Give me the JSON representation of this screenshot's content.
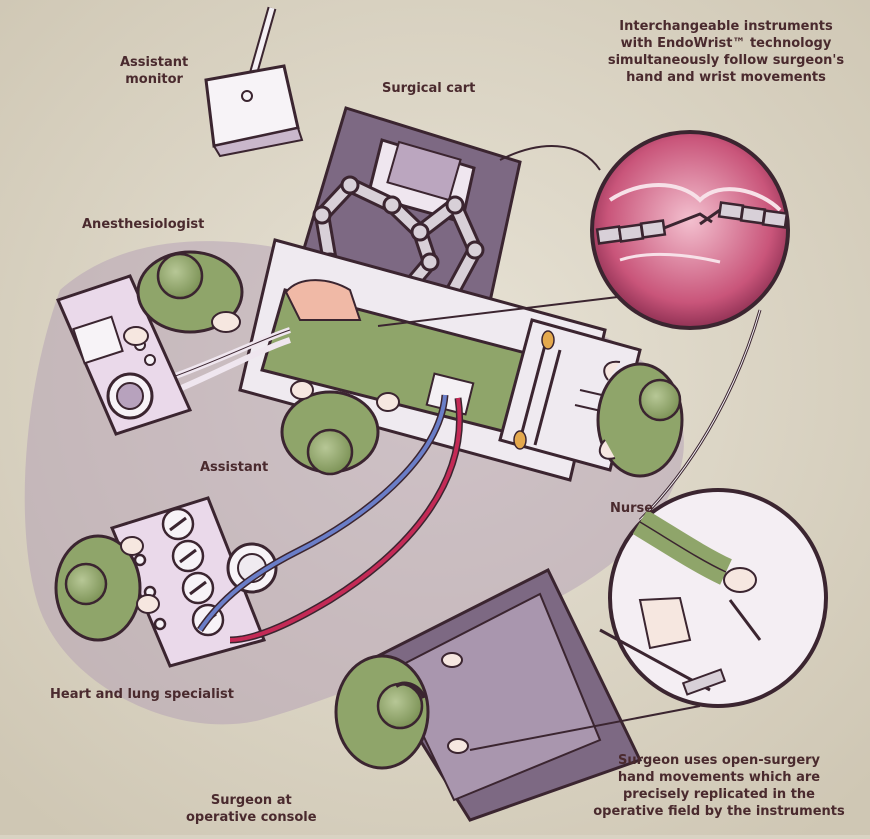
{
  "labels": {
    "assistant_monitor": [
      "Assistant",
      "monitor"
    ],
    "surgical_cart": "Surgical cart",
    "instruments_caption": [
      "Interchangeable instruments",
      "with EndoWrist™ technology",
      "simultaneously follow surgeon's",
      "hand and wrist movements"
    ],
    "anesthesiologist": "Anesthesiologist",
    "assistant": "Assistant",
    "nurse": "Nurse",
    "heart_lung_specialist": "Heart and lung specialist",
    "surgeon_console": [
      "Surgeon at",
      "operative console"
    ],
    "surgeon_caption": [
      "Surgeon uses open-surgery",
      "hand movements which are",
      "precisely replicated in the",
      "operative field by the instruments"
    ]
  },
  "colors": {
    "background": "#d9d3c3",
    "scrub_green": "#8fa56a",
    "scrub_dark": "#5e7345",
    "equipment_purple": "#e6d8e6",
    "equipment_outline": "#3b2530",
    "shadow": "#a48ea8",
    "tube_red": "#b0204a",
    "tube_blue": "#3a4f9a",
    "label_text": "#4a2a2e"
  },
  "icons": [
    "monitor-icon",
    "surgical-cart-icon",
    "robot-arm-icon",
    "operating-table-icon",
    "instrument-tray-icon",
    "heart-lung-machine-icon",
    "anesthesia-machine-icon",
    "surgeon-console-icon",
    "endowrist-closeup-icon",
    "hand-controls-closeup-icon"
  ]
}
